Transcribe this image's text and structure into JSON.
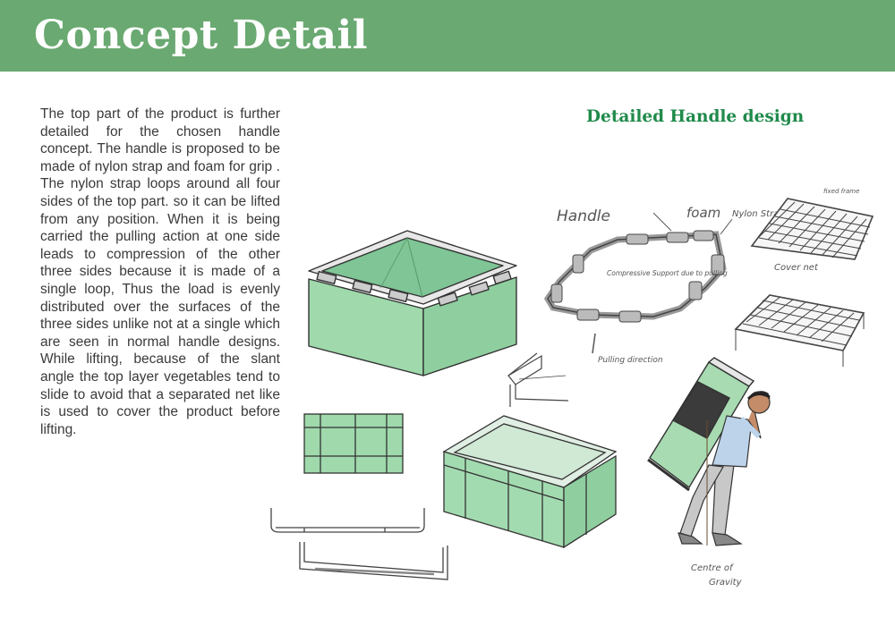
{
  "header": {
    "title": "Concept Detail",
    "bg_color": "#6aa971"
  },
  "description": "The top part of the product is further detailed for the chosen handle concept. The handle is proposed to be made of nylon strap and foam for grip . The nylon strap loops around all four sides of the top part. so it can be lifted from any position. When it is being carried the pulling action at one side leads to compression of the other three sides because it is made of a single loop, Thus the load is evenly distributed over the surfaces of the three sides unlike not at a single which are seen in normal handle designs. While lifting, because of the slant angle the top layer vegetables tend to slide to avoid that a separated net like is used to cover the product before lifting.",
  "subtitle": "Detailed Handle design",
  "sketch_labels": {
    "handle": "Handle",
    "foam": "foam",
    "nylon_strap": "Nylon Strap",
    "compressive": "Compressive Support due to pulling",
    "pulling_direction": "Pulling direction",
    "cover_net": "Cover net",
    "fixed_frame": "fixed frame",
    "centre_of_gravity": "Centre of Gravity"
  },
  "colors": {
    "accent_green": "#1f8a4a",
    "crate_green": "#8fcf9f",
    "crate_light": "#b9e3c3"
  }
}
